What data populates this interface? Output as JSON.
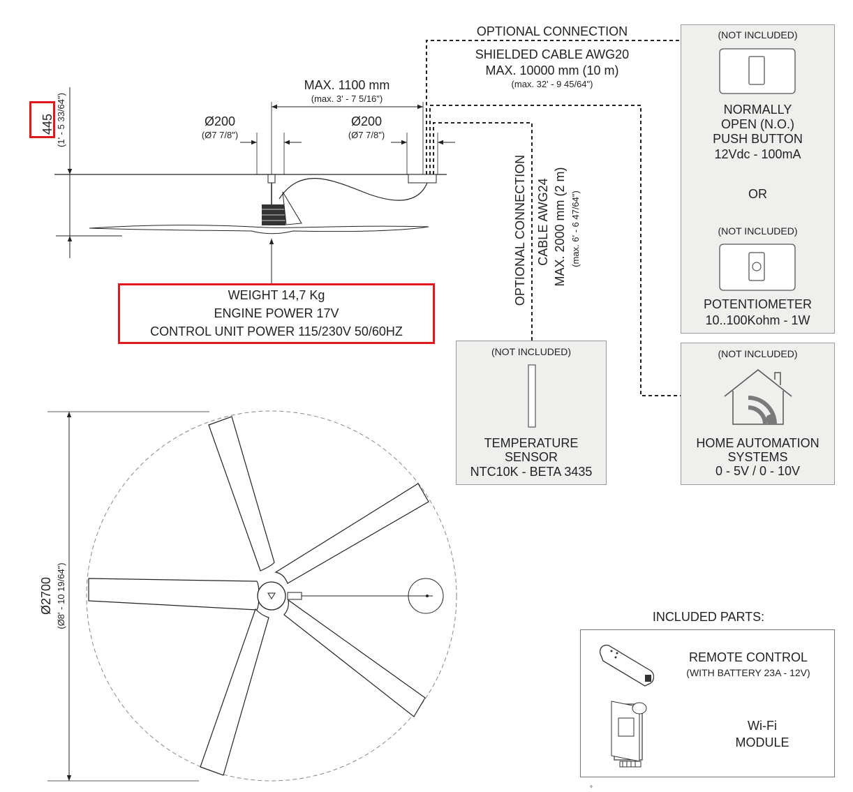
{
  "height_dim": {
    "value": "445",
    "imperial": "(1' - 5 33/64\")"
  },
  "max_span": {
    "value": "MAX. 1100 mm",
    "imperial": "(max. 3' - 7 5/16\")"
  },
  "diam_left": {
    "value": "Ø200",
    "imperial": "(Ø7 7/8\")"
  },
  "diam_right": {
    "value": "Ø200",
    "imperial": "(Ø7 7/8\")"
  },
  "optional_connection_top": {
    "title": "OPTIONAL CONNECTION",
    "cable": "SHIELDED CABLE AWG20",
    "max": "MAX. 10000 mm (10 m)",
    "max_imperial": "(max. 32' - 9 45/64\")"
  },
  "optional_connection_vertical": {
    "title": "OPTIONAL CONNECTION",
    "cable": "CABLE AWG24",
    "max": "MAX. 2000 mm (2 m)",
    "max_imperial": "(max. 6' - 6 47/64\")"
  },
  "specs": {
    "weight": "WEIGHT 14,7 Kg",
    "engine": "ENGINE POWER 17V",
    "control": "CONTROL UNIT POWER 115/230V 50/60HZ"
  },
  "push_button_panel": {
    "tag": "(NOT INCLUDED)",
    "line1": "NORMALLY",
    "line2": "OPEN (N.O.)",
    "line3": "PUSH BUTTON",
    "rating": "12Vdc - 100mA",
    "or": "OR",
    "tag2": "(NOT INCLUDED)",
    "pot_label": "POTENTIOMETER",
    "pot_rating": "10..100Kohm - 1W"
  },
  "temp_panel": {
    "tag": "(NOT INCLUDED)",
    "line1": "TEMPERATURE",
    "line2": "SENSOR",
    "line3": "NTC10K - BETA 3435"
  },
  "home_panel": {
    "tag": "(NOT INCLUDED)",
    "line1": "HOME AUTOMATION",
    "line2": "SYSTEMS",
    "line3": "0 - 5V / 0 - 10V"
  },
  "diameter_dim": {
    "value": "Ø2700",
    "imperial": "(Ø8' - 10 19/64\")"
  },
  "included": {
    "title": "INCLUDED PARTS:",
    "remote_line1": "REMOTE CONTROL",
    "remote_line2": "(WITH BATTERY 23A - 12V)",
    "wifi_line1": "Wi-Fi",
    "wifi_line2": "MODULE"
  },
  "colors": {
    "highlight": "#e1181c",
    "panel_bg": "#efefed",
    "line": "#222222",
    "icon_gray": "#7a7a7a"
  }
}
